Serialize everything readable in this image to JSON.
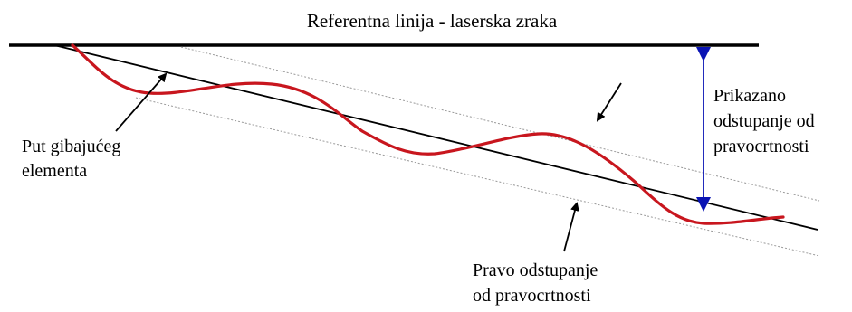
{
  "diagram": {
    "title": "Referentna linija - laserska zraka",
    "labels": {
      "path_label": [
        "Put gibajućeg",
        "elementa"
      ],
      "shown_label": [
        "Prikazano",
        "odstupanje od",
        "pravocrtnosti"
      ],
      "true_label": [
        "Pravo odstupanje",
        "od pravocrtnosti"
      ]
    },
    "colors": {
      "reference_line": "#000000",
      "trend_line": "#000000",
      "envelope_lines": "#9a9a9a",
      "movement_path": "#c8161e",
      "deviation_arrow": "#0a14b4",
      "pointer_arrows": "#000000"
    }
  }
}
